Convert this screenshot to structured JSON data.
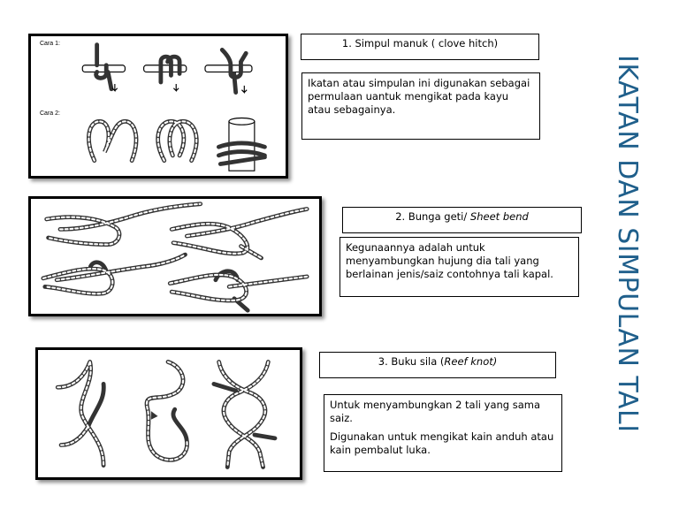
{
  "page_title": "IKATAN DAN SIMPULAN TALI",
  "sections": [
    {
      "title_prefix": "1.  Simpul manuk ( clove hitch)",
      "title_italic": "",
      "title_suffix": "",
      "descriptions": [
        "Ikatan atau simpulan ini digunakan sebagai permulaan uantuk mengikat pada kayu atau sebagainya."
      ],
      "figure_labels": [
        "Cara 1:",
        "Cara 2:"
      ]
    },
    {
      "title_prefix": "2. Bunga geti/ ",
      "title_italic": "Sheet bend",
      "title_suffix": "",
      "descriptions": [
        "Kegunaannya adalah untuk menyambungkan hujung dia tali yang berlainan jenis/saiz contohnya tali kapal."
      ]
    },
    {
      "title_prefix": "3. Buku sila (",
      "title_italic": "Reef knot)",
      "title_suffix": "",
      "descriptions": [
        "Untuk menyambungkan 2 tali yang sama saiz.",
        "Digunakan untuk mengikat kain anduh atau kain pembalut luka."
      ]
    }
  ],
  "colors": {
    "title": "#1f5f8b",
    "rope": "#333333"
  }
}
